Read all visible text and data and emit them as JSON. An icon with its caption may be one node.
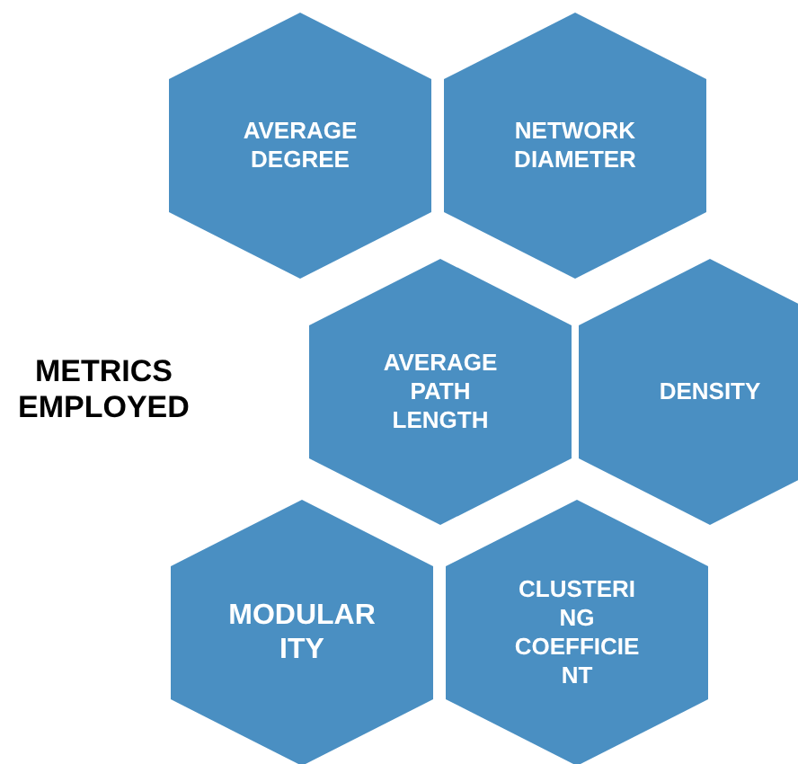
{
  "diagram": {
    "title": "METRICS EMPLOYED",
    "nodes": [
      {
        "text": [
          "AVERAGE DEGREE"
        ]
      },
      {
        "text": [
          "NETWORK DIAMETER"
        ]
      },
      {
        "text": [
          "AVERAGE PATH LENGTH"
        ]
      },
      {
        "text": [
          "DENSITY"
        ]
      },
      {
        "text": [
          "MODULAR ITY"
        ]
      },
      {
        "text": [
          "CLUSTERI NG COEFFICIE NT"
        ]
      }
    ]
  }
}
